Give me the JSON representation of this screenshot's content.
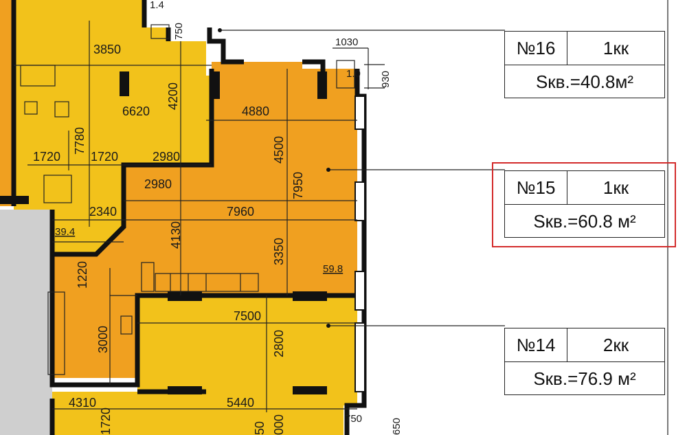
{
  "apartments": [
    {
      "number": "№16",
      "rooms": "1кк",
      "area_text": "Sкв.=40.8м²"
    },
    {
      "number": "№15",
      "rooms": "1кк",
      "area_text": "Sкв.=60.8 м²"
    },
    {
      "number": "№14",
      "rooms": "2кк",
      "area_text": "Sкв.=76.9 м²"
    }
  ],
  "dimensions": {
    "d1_4": "1.4",
    "d750_top": "750",
    "d3850": "3850",
    "d1030": "1030",
    "d930": "930",
    "d1_0": "1.0",
    "d6620": "6620",
    "d4200": "4200",
    "d4880": "4880",
    "d7780": "7780",
    "d1720a": "1720",
    "d1720b": "1720",
    "d2980a": "2980",
    "d4500": "4500",
    "d7950": "7950",
    "d2980b": "2980",
    "d2340": "2340",
    "d7960": "7960",
    "d39_4": "39.4",
    "d4130": "4130",
    "d3350": "3350",
    "d59_8": "59.8",
    "d1220": "1220",
    "d7500": "7500",
    "d3000": "3000",
    "d2800": "2800",
    "d4310": "4310",
    "d5440": "5440",
    "d750_bottom": "750",
    "d1720c": "1720",
    "d650": "650",
    "d000": "000",
    "d50": "50"
  },
  "colors": {
    "yellow_room": "#f2c21b",
    "orange_room": "#f0a020",
    "wall": "#111111",
    "highlight": "#d32a2a"
  }
}
